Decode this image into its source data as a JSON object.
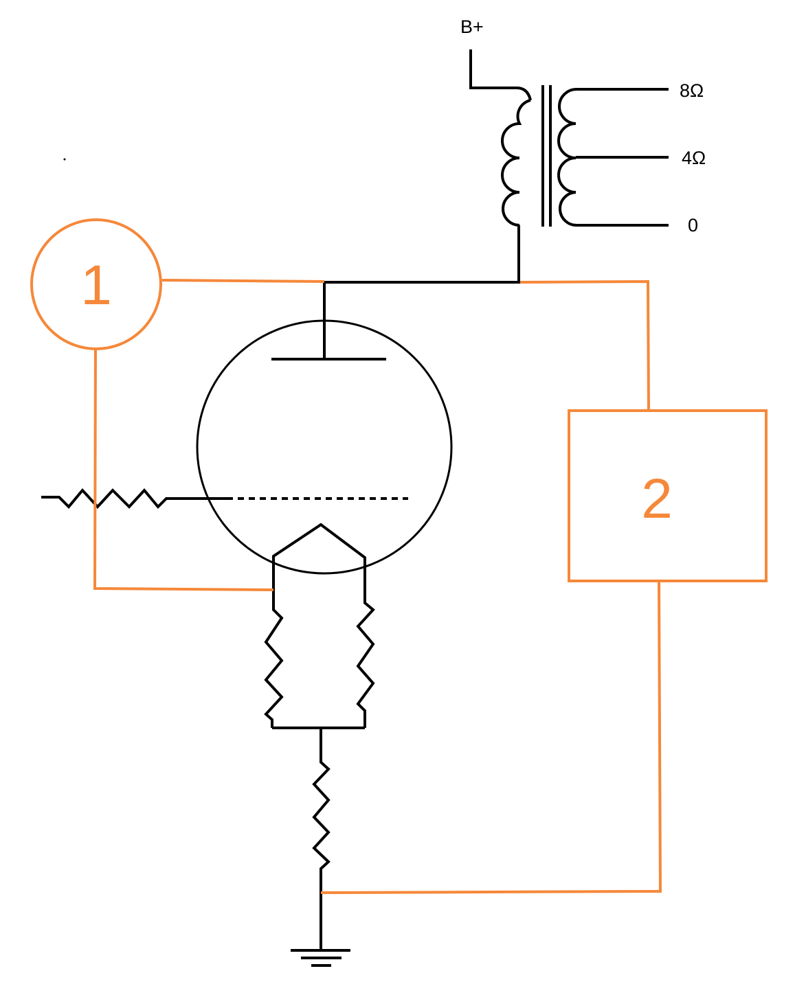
{
  "colors": {
    "circuit": "#000000",
    "measurement": "#f5883a",
    "background": "#ffffff"
  },
  "labels": {
    "supply": "B+",
    "tap_8": "8Ω",
    "tap_4": "4Ω",
    "tap_0": "0"
  },
  "meters": {
    "meter_1": "1",
    "meter_2": "2"
  }
}
